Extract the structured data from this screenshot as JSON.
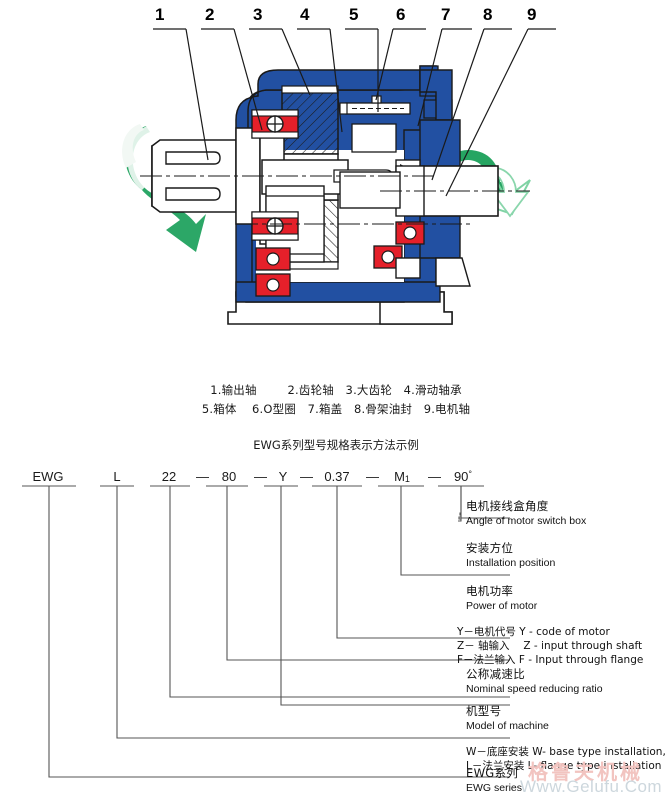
{
  "colors": {
    "housing_blue": "#2250a2",
    "bearing_red": "#e5202a",
    "rotation_green": "#1aa05a",
    "line_black": "#1a1a1a",
    "watermark_pink": "#f2c4c0",
    "watermark_blue": "#cdd7dd"
  },
  "drawing": {
    "name": "cutaway-gearbox-sectional-view",
    "callout_numbers": [
      "1",
      "2",
      "3",
      "4",
      "5",
      "6",
      "7",
      "8",
      "9"
    ]
  },
  "legend": {
    "line1": "1.输出轴        2.齿轮轴   3.大齿轮   4.滑动轴承",
    "line2": "5.箱体    6.O型圈   7.箱盖   8.骨架油封   9.电机轴"
  },
  "code_section": {
    "title": "EWG系列型号规格表示方法示例",
    "tokens": [
      {
        "text": "EWG",
        "sub": "",
        "sup": ""
      },
      {
        "text": "L",
        "sub": "",
        "sup": ""
      },
      {
        "text": "22",
        "sub": "",
        "sup": ""
      },
      {
        "text": "80",
        "sub": "",
        "sup": ""
      },
      {
        "text": "Y",
        "sub": "",
        "sup": ""
      },
      {
        "text": "0.37",
        "sub": "",
        "sup": ""
      },
      {
        "text": "M",
        "sub": "1",
        "sup": ""
      },
      {
        "text": "90",
        "sub": "",
        "sup": "°"
      }
    ],
    "dashes": [
      "—",
      "—",
      "—",
      "—",
      "—"
    ]
  },
  "labels": {
    "angle_switch_box": {
      "cn": "电机接线盒角度",
      "en": "Angle of motor switch box"
    },
    "installation_position": {
      "cn": "安装方位",
      "en": "Installation position"
    },
    "power_of_motor": {
      "cn": "电机功率",
      "en": "Power of motor"
    },
    "input_type": {
      "line1": "Y－电机代号 Y - code of motor",
      "line2": "Z－ 轴输入　 Z - input through shaft",
      "line3": "F－法兰输入  F - Input through flange"
    },
    "reducing_ratio": {
      "cn": "公称减速比",
      "en": "Nominal speed reducing ratio"
    },
    "model_of_machine": {
      "cn": "机型号",
      "en": "Model of machine"
    },
    "installation_type": {
      "line1": "W－底座安装 W- base type installation,",
      "line2": "L－法兰安装  L- flange type installation"
    },
    "series": {
      "cn": "EWG系列",
      "en": "EWG series"
    }
  },
  "watermark": {
    "cn": "格鲁夫机械",
    "url": "Www.Gelufu.Com"
  }
}
